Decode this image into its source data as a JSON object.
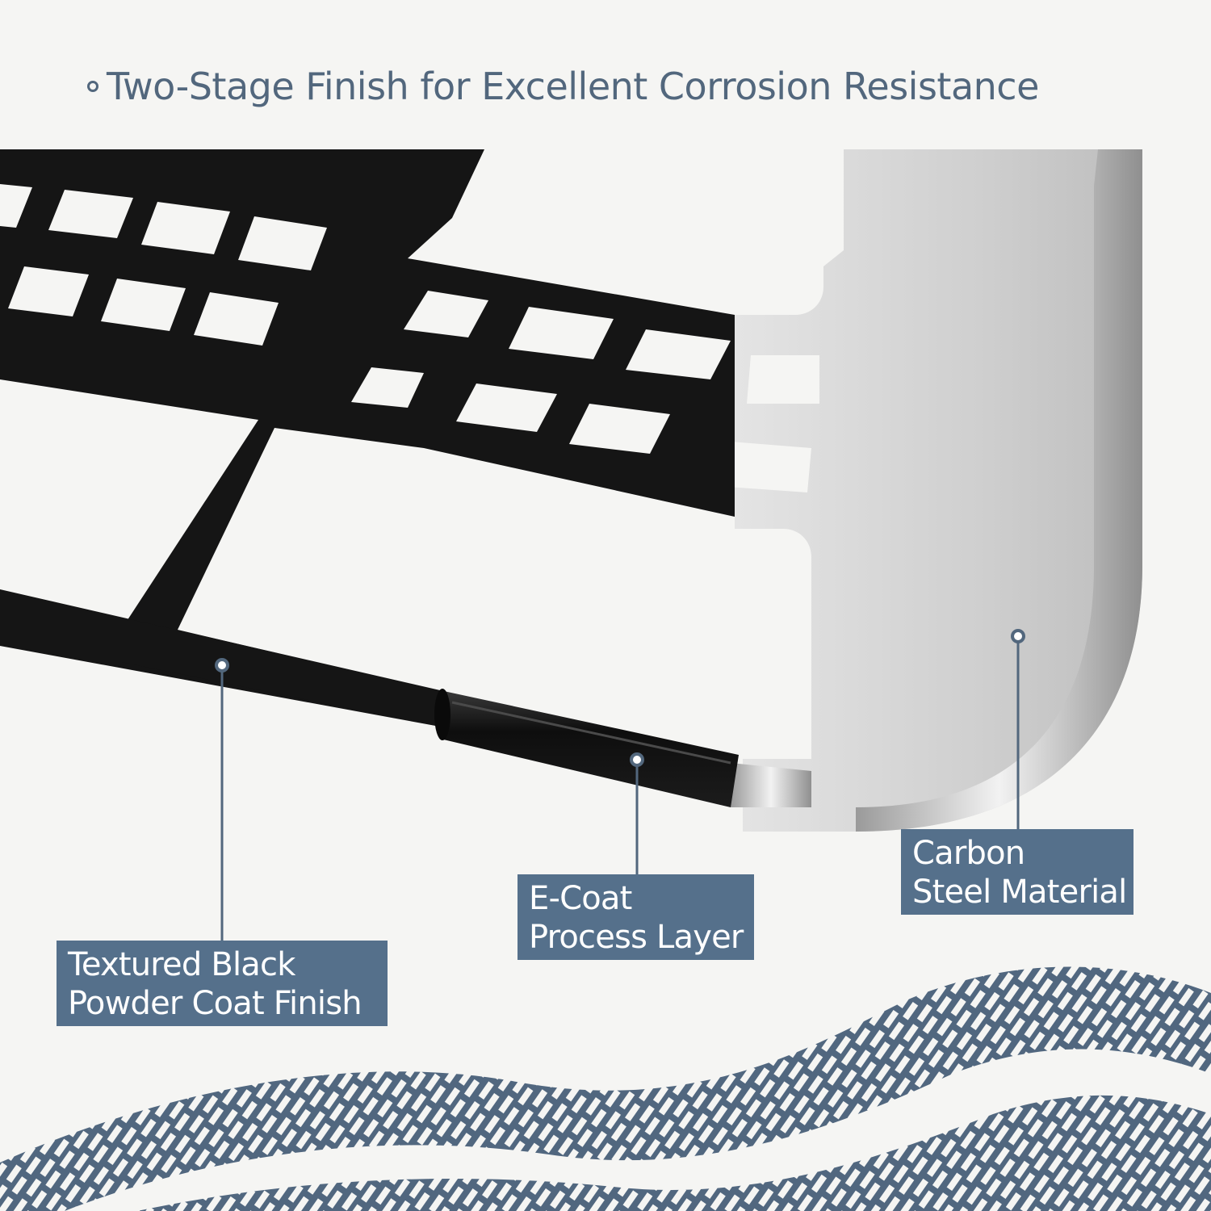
{
  "headline": "Two-Stage Finish for Excellent Corrosion Resistance",
  "callouts": {
    "powder_coat": {
      "line1": "Textured Black",
      "line2": "Powder Coat Finish"
    },
    "ecoat": {
      "line1": "E-Coat",
      "line2": "Process Layer"
    },
    "carbon_steel": {
      "line1": "Carbon",
      "line2": "Steel Material"
    }
  },
  "colors": {
    "background": "#f5f5f3",
    "accent": "#55708b",
    "headline": "#52677d",
    "black_finish": "#151515",
    "steel": "#c9c9c9"
  }
}
